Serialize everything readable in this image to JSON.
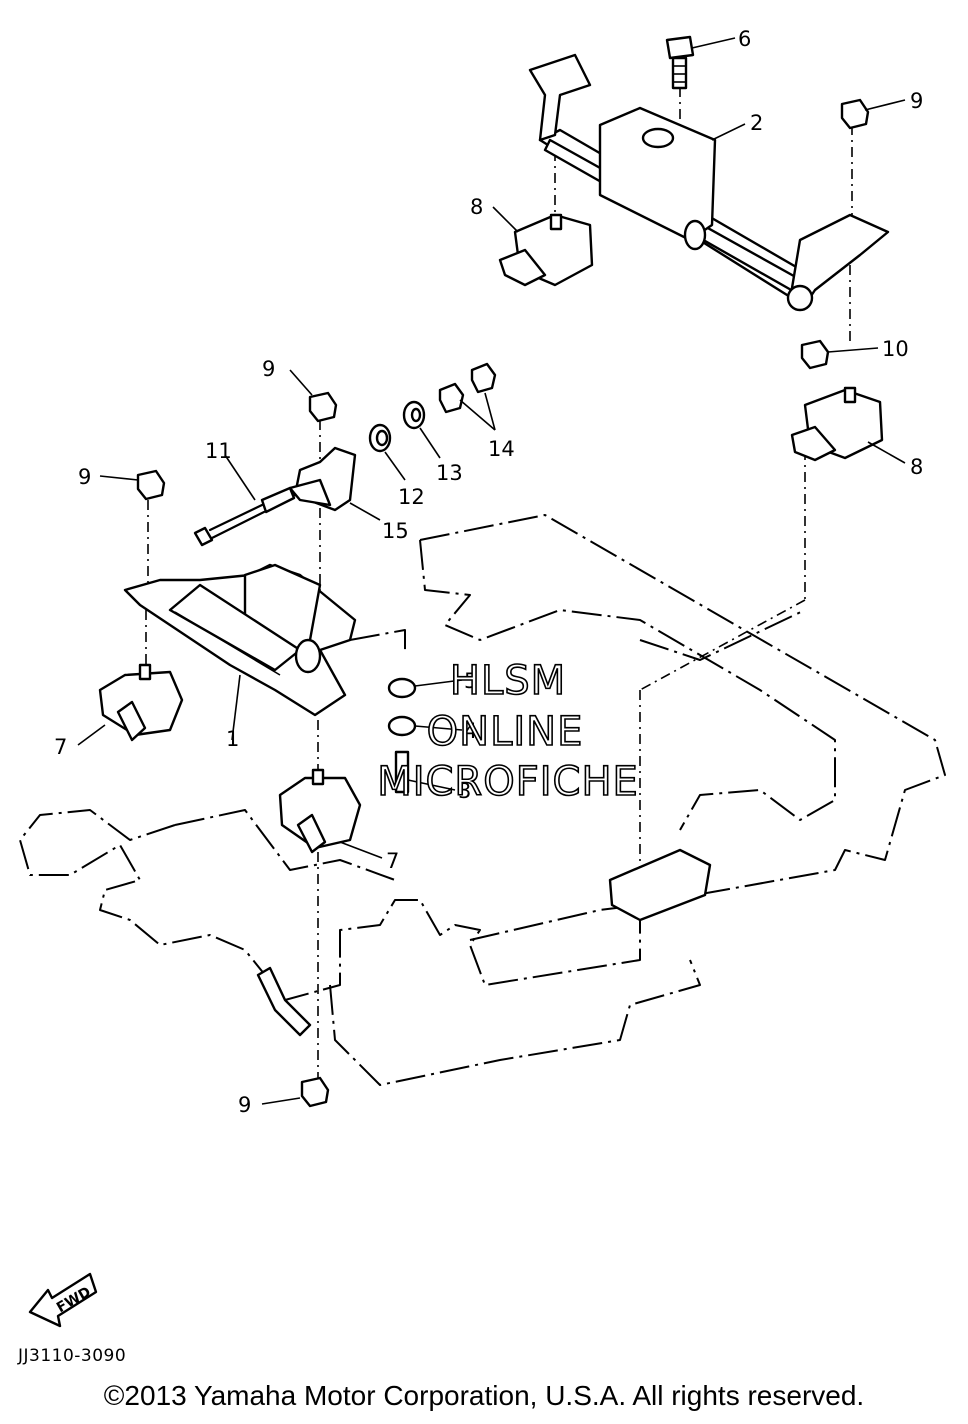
{
  "callouts": {
    "c6": "6",
    "c2": "2",
    "c9a": "9",
    "c8a": "8",
    "c10": "10",
    "c8b": "8",
    "c9b": "9",
    "c14": "14",
    "c13": "13",
    "c12": "12",
    "c11": "11",
    "c15": "15",
    "c9c": "9",
    "c1": "1",
    "c7a": "7",
    "c5": "5",
    "c4": "4",
    "c3": "3",
    "c7b": "7",
    "c9d": "9"
  },
  "watermark": {
    "line1": "HLSM",
    "line2": "ONLINE",
    "line3": "MICROFICHE"
  },
  "fwd_label": "FWD",
  "diagram_code": "JJ3110-3090",
  "copyright": "©2013 Yamaha Motor Corporation, U.S.A. All rights reserved."
}
